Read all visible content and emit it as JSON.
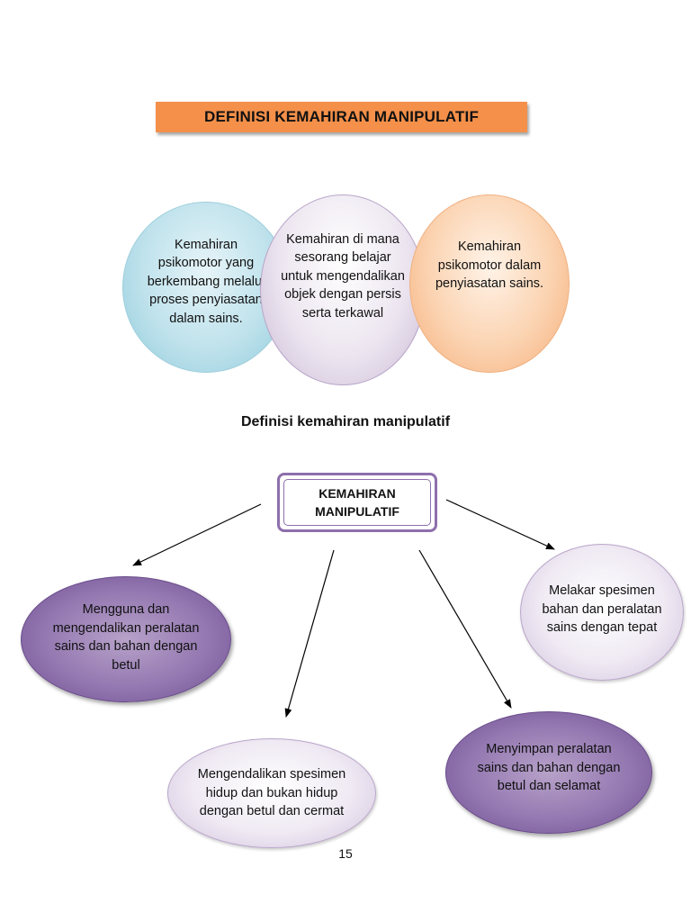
{
  "title": "DEFINISI KEMAHIRAN MANIPULATIF",
  "definitions": [
    "Kemahiran psikomotor yang berkembang melalui proses penyiasatan dalam sains.",
    "Kemahiran di mana sesorang belajar untuk mengendalikan objek dengan persis serta terkawal",
    "Kemahiran psikomotor dalam penyiasatan sains."
  ],
  "caption": "Definisi kemahiran manipulatif",
  "center": "KEMAHIRAN MANIPULATIF",
  "branches": [
    "Mengguna dan mengendalikan peralatan sains dan bahan dengan betul",
    "Melakar spesimen bahan dan peralatan sains dengan tepat",
    "Mengendalikan spesimen hidup dan bukan hidup dengan betul dan cermat",
    "Menyimpan peralatan sains dan bahan dengan betul dan selamat"
  ],
  "page_number": "15",
  "colors": {
    "title_bar": "#f4904a",
    "circle_blue": "#bfe2ec",
    "circle_lavender": "#ece5f0",
    "circle_orange": "#fbd3b1",
    "oval_dark_purple": "#9478b1",
    "oval_light_purple": "#efe9f3",
    "center_border": "#8d6fac"
  }
}
